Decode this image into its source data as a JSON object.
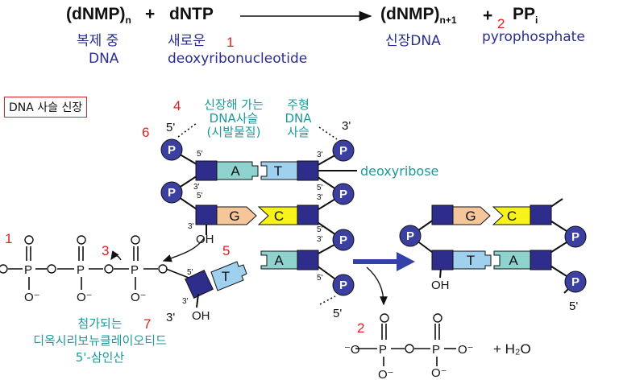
{
  "equation": {
    "left_term": "(dNMP)",
    "left_sub": "n",
    "plus1": "+",
    "ntp": "dNTP",
    "right_term": "(dNMP)",
    "right_sub": "n+1",
    "plus2": "+",
    "ppi": "PP",
    "ppi_sub": "i",
    "label_replicating_line1": "복제 중",
    "label_replicating_line2": "DNA",
    "label_new_line1": "새로운",
    "label_new_line2": "deoxyribonucleotide",
    "label_elongated": "신장DNA",
    "label_pyrophosphate": "pyrophosphate",
    "num_1": "1",
    "num_2": "2"
  },
  "section_title": "DNA 사슬 신장",
  "diagram": {
    "growing_strand_line1": "신장해 가는",
    "growing_strand_line2": "DNA사슬",
    "growing_strand_line3": "(시발물질)",
    "template_line1": "주형",
    "template_line2": "DNA",
    "template_line3": "사슬",
    "deoxyribose": "deoxyribose",
    "incoming_line1": "첨가되는",
    "incoming_line2": "디옥시리보뉴클레이오티드",
    "incoming_line3": "5'-삼인산",
    "five_prime": "5'",
    "three_prime": "3'",
    "oh": "OH",
    "water": "+ H₂O",
    "phosphate": "P",
    "bases": {
      "a": "A",
      "t": "T",
      "g": "G",
      "c": "C"
    },
    "nums": {
      "n1": "1",
      "n2": "2",
      "n3": "3",
      "n4": "4",
      "n5": "5",
      "n6": "6",
      "n7": "7"
    }
  },
  "colors": {
    "sugar": "#2e2d8c",
    "phosphate": "#3a3fa0",
    "base_a": "#8fd3cf",
    "base_t": "#9fd0ee",
    "base_g": "#f4c69a",
    "base_c": "#f7f21a",
    "label_blue": "#2a2d8f",
    "label_teal": "#1a9a9a",
    "number_red": "#e02020",
    "arrow_blue": "#3441a6"
  }
}
